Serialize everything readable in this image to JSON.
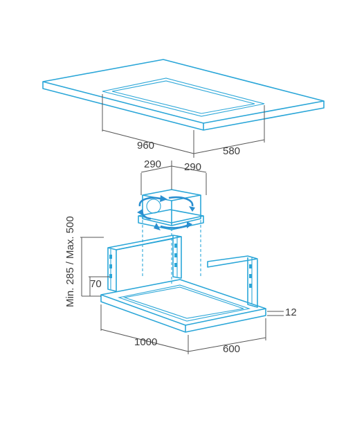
{
  "dimensions": {
    "ceiling_width": "960",
    "ceiling_depth": "580",
    "duct_left": "290",
    "duct_right": "290",
    "height_range": "Min. 285 / Max. 500",
    "frame_height": "70",
    "panel_thickness": "12",
    "hood_width": "1000",
    "hood_depth": "600"
  },
  "colors": {
    "outline": "#2aa6d8",
    "dimension_lines": "#555555",
    "rotation_arrows": "#2a8fd0",
    "text": "#3a3a3a"
  }
}
